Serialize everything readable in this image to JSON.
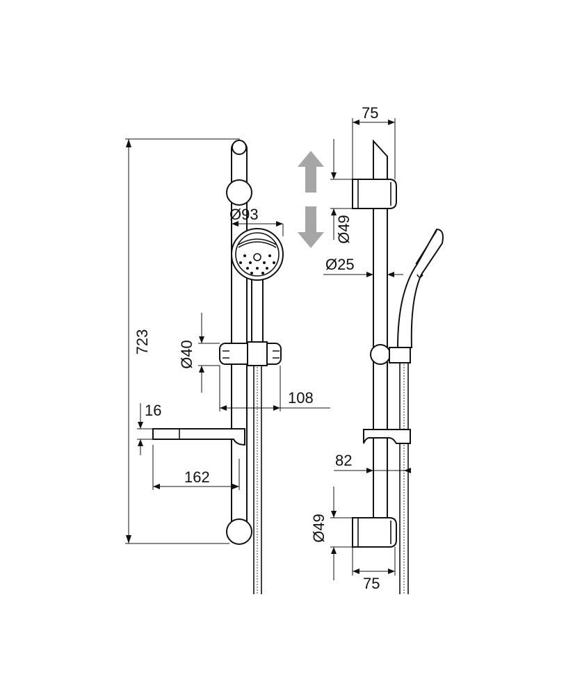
{
  "dimensions": {
    "total_height": "723",
    "head_diameter": "Ø93",
    "holder_diameter": "Ø40",
    "holder_offset": "108",
    "dish_thickness": "16",
    "dish_depth": "162",
    "top_bracket_width": "75",
    "top_bracket_diameter": "Ø49",
    "rail_diameter": "Ø25",
    "hose_offset": "82",
    "bottom_bracket_diameter": "Ø49",
    "bottom_bracket_width": "75"
  },
  "colors": {
    "arrow": "#a6a6a6",
    "line": "#111111"
  },
  "icons": {
    "adjust_up": "arrow-up-icon",
    "adjust_down": "arrow-down-icon"
  }
}
